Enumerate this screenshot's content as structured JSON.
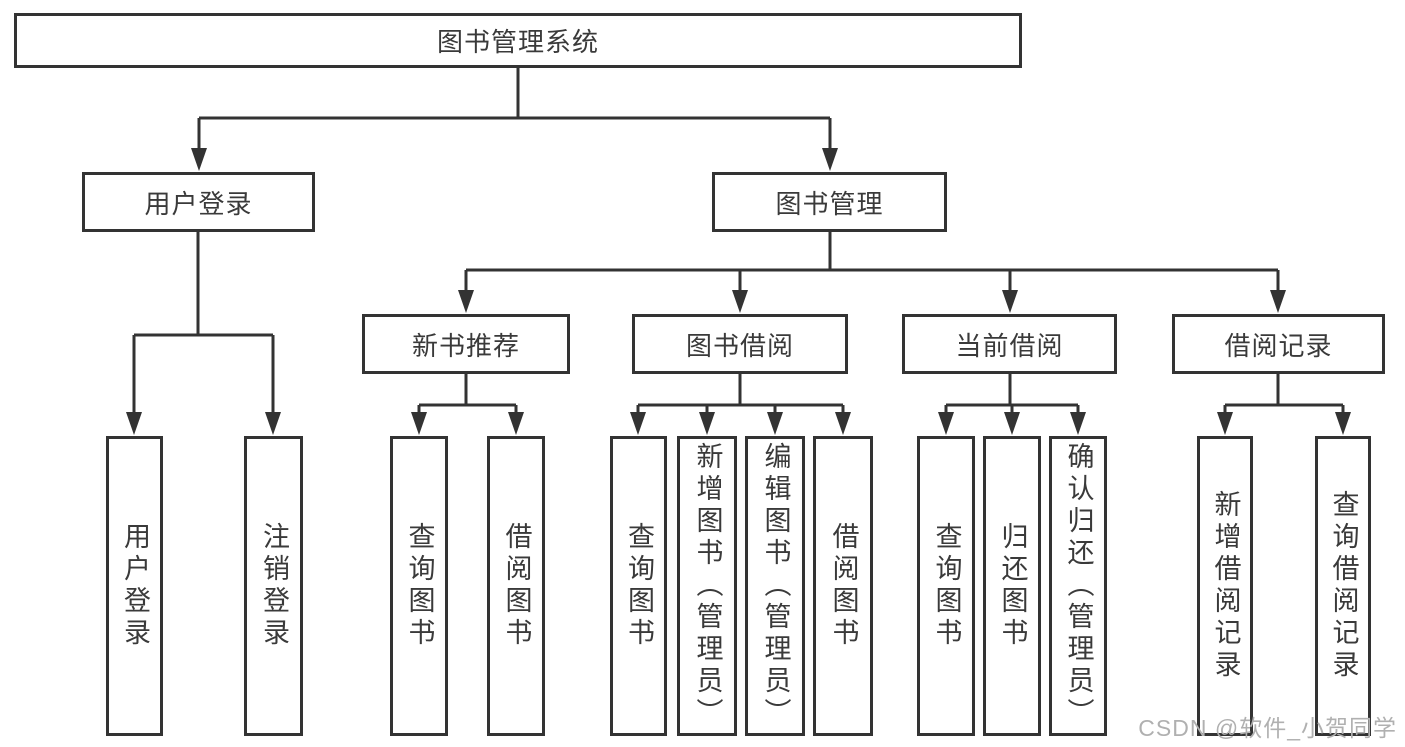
{
  "tree": {
    "label": "图书管理系统",
    "children": [
      {
        "label": "用户登录",
        "children": [
          {
            "label": "用户登录"
          },
          {
            "label": "注销登录"
          }
        ]
      },
      {
        "label": "图书管理",
        "children": [
          {
            "label": "新书推荐",
            "children": [
              {
                "label": "查询图书"
              },
              {
                "label": "借阅图书"
              }
            ]
          },
          {
            "label": "图书借阅",
            "children": [
              {
                "label": "查询图书"
              },
              {
                "label": "新增图书（管理员）"
              },
              {
                "label": "编辑图书（管理员）"
              },
              {
                "label": "借阅图书"
              }
            ]
          },
          {
            "label": "当前借阅",
            "children": [
              {
                "label": "查询图书"
              },
              {
                "label": "归还图书"
              },
              {
                "label": "确认归还（管理员）"
              }
            ]
          },
          {
            "label": "借阅记录",
            "children": [
              {
                "label": "新增借阅记录"
              },
              {
                "label": "查询借阅记录"
              }
            ]
          }
        ]
      }
    ]
  },
  "watermark": {
    "text": "CSDN @软件_小贺同学"
  },
  "colors": {
    "line": "#333333",
    "text": "#3a3a3a",
    "watermark": "#b0b0b0"
  }
}
